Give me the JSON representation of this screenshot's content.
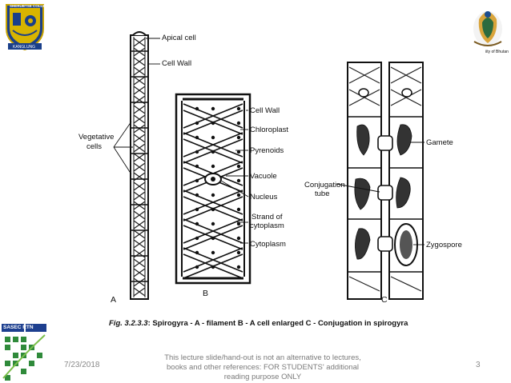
{
  "logos": {
    "left_text_top": "SHERUBTSE COLLEGE",
    "left_text_bottom": "KANGLUNG",
    "right_text": "iity of Bhutan",
    "bottom_text": "SASEC RTN"
  },
  "figure": {
    "panel_a": {
      "letter": "A",
      "labels": {
        "apical": "Apical cell",
        "cellwall": "Cell Wall",
        "vegetative_1": "Vegetative",
        "vegetative_2": "cells"
      }
    },
    "panel_b": {
      "letter": "B",
      "labels": {
        "cellwall": "Cell Wall",
        "chloroplast": "Chloroplast",
        "pyrenoids": "Pyrenoids",
        "vacuole": "Vacuole",
        "nucleus": "Nucleus",
        "strand_1": "Strand of",
        "strand_2": "cytoplasm",
        "cytoplasm": "Cytoplasm"
      }
    },
    "panel_c": {
      "letter": "C",
      "labels": {
        "gamete": "Gamete",
        "conjugation_1": "Conjugation",
        "conjugation_2": "tube",
        "zygospore": "Zygospore"
      }
    },
    "caption_fig": "Fig. 3.2.3.3",
    "caption_text": ": Spirogyra - A - filament   B - A cell enlarged C - Conjugation in spirogyra"
  },
  "footer": {
    "date": "7/23/2018",
    "note": "This lecture slide/hand-out is not an alternative to lectures, books and other references: FOR STUDENTS' additional reading purpose  ONLY",
    "page": "3"
  }
}
